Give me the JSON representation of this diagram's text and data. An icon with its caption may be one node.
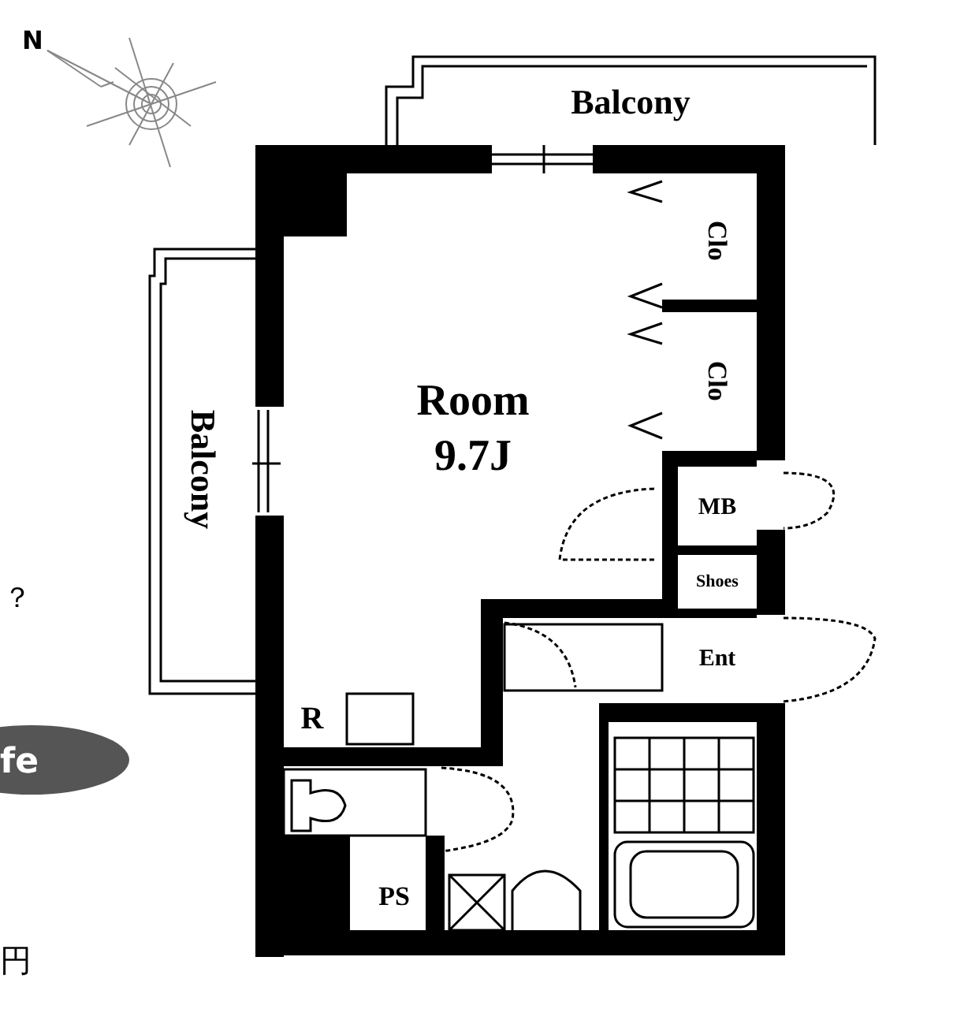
{
  "diagram": {
    "nodes": [
      {
        "text": [
          "Balcony"
        ]
      },
      {
        "text": [
          "Balcony"
        ]
      },
      {
        "text": [
          "Room",
          "9.7J"
        ]
      },
      {
        "text": [
          "Clo"
        ]
      },
      {
        "text": [
          "Clo"
        ]
      },
      {
        "text": [
          "MB"
        ]
      },
      {
        "text": [
          "Shoes"
        ]
      },
      {
        "text": [
          "Ent"
        ]
      },
      {
        "text": [
          "R"
        ]
      },
      {
        "text": [
          "PS"
        ]
      }
    ],
    "labels": [
      "N",
      "？",
      "fe",
      "円"
    ]
  }
}
